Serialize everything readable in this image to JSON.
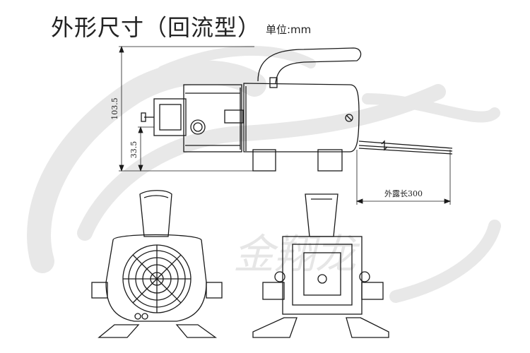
{
  "header": {
    "title": "外形尺寸（回流型）",
    "unit": "单位:mm"
  },
  "dimensions": {
    "overall_height": "103.5",
    "inlet_height": "33.5",
    "cable_label": "外露长300"
  },
  "watermark": {
    "brand_text": "金翔龙"
  },
  "colors": {
    "line": "#1a1a1a",
    "watermark": "#e9e9e9",
    "background": "#ffffff"
  }
}
